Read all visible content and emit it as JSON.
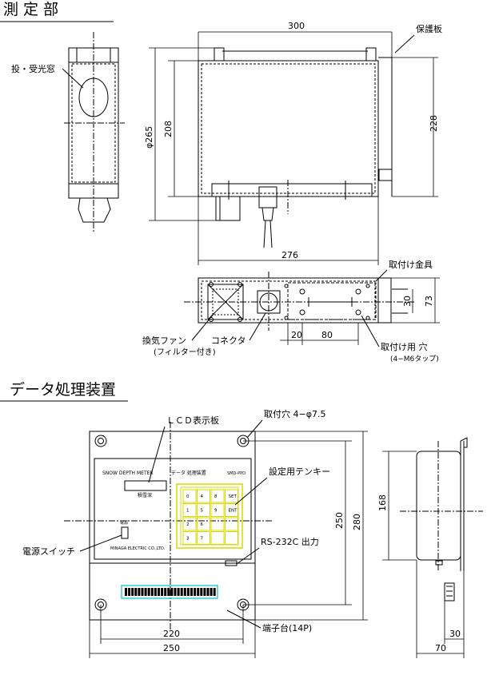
{
  "headings": {
    "measurement": "測 定 部",
    "processor": "データ処理装置"
  },
  "labels": {
    "emit_window": "投・受光窓",
    "guard_plate": "保護板",
    "mount_bracket": "取付け金具",
    "fan": "換気ファン",
    "fan_note": "(フィルター付き)",
    "connector": "コネクタ",
    "mount_hole": "取付け用 穴",
    "mount_hole_note": "(4−M6タップ)",
    "lcd": "ＬＣＤ表示板",
    "mount_hole_top": "取付穴 4−φ7.5",
    "keypad": "設定用テンキー",
    "rs232c": "RS-232C 出力",
    "power_switch": "電源スイッチ",
    "terminal": "端子台(14P)"
  },
  "dimensions": {
    "d300": "300",
    "d228": "228",
    "d208": "208",
    "dia265": "φ265",
    "d276": "276",
    "d30a": "30",
    "d73": "73",
    "d20": "20",
    "d80": "80",
    "d250v": "250",
    "d280": "280",
    "d168": "168",
    "d220": "220",
    "d250h": "250",
    "d30b": "30",
    "d70": "70"
  },
  "panel": {
    "title_line": "SNOW   DEPTH   METER",
    "device_name": "データ 処理装置",
    "model": "SMD-PPD",
    "lcd_caption": "積雪深",
    "maker": "MINAGA ELECTRIC CO.,LTD.",
    "power_mark": "電源",
    "keys": [
      "0",
      "4",
      "8",
      "SET",
      "1",
      "5",
      "9",
      "ENT",
      "2",
      "6",
      "",
      "",
      "3",
      "7",
      "",
      ""
    ]
  },
  "colors": {
    "keypad_outline": "#d8d800",
    "terminal_outline": "#00c0c0",
    "line": "#000000"
  }
}
